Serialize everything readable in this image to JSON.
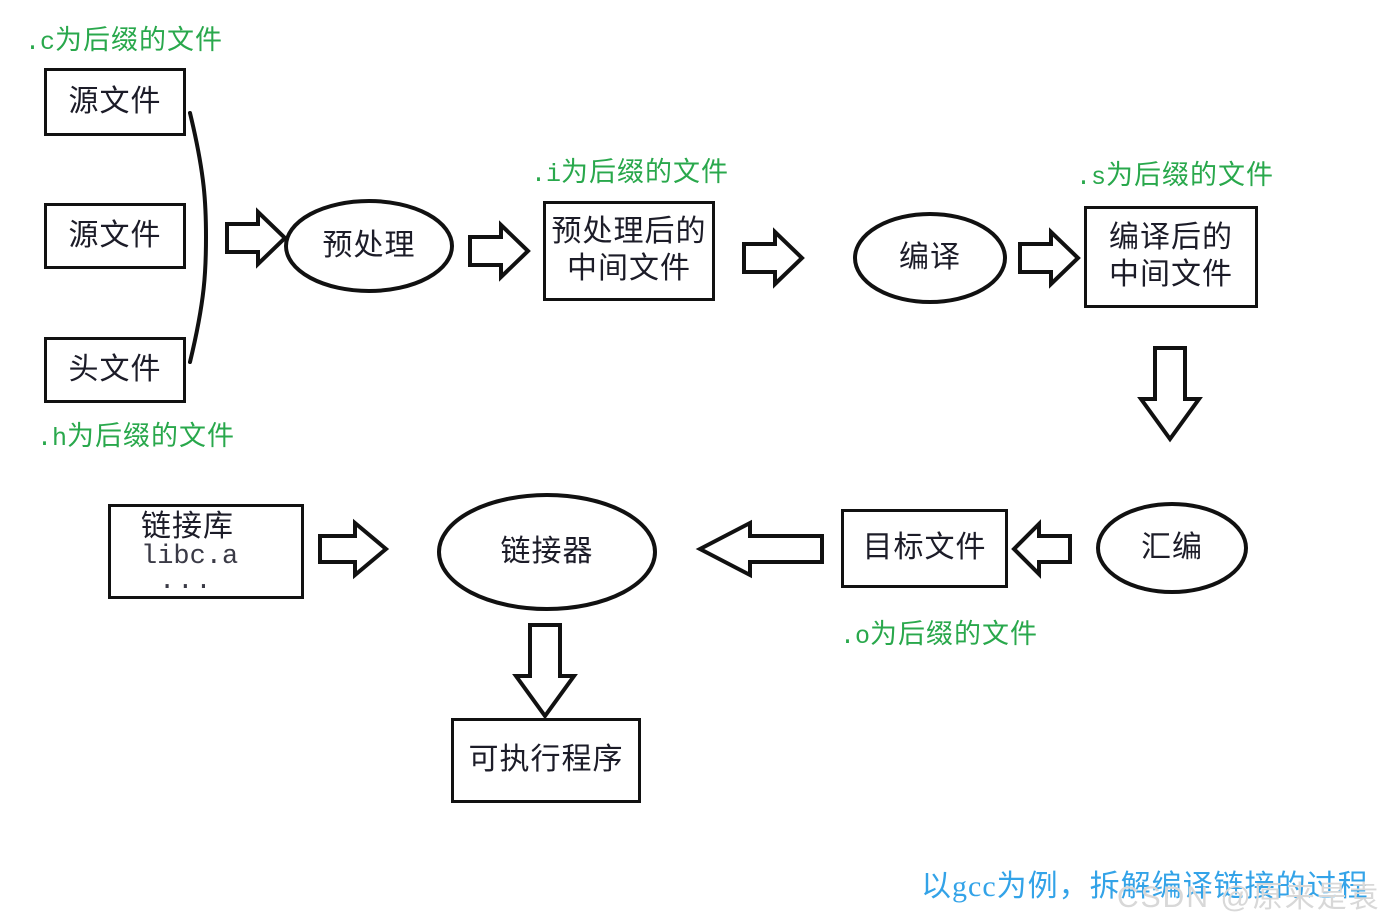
{
  "diagram": {
    "title_caption": "以gcc为例，拆解编译链接的过程",
    "watermark": "CSDN @原来是袁",
    "colors": {
      "green_label": "#29a84c",
      "blue_caption": "#33a3e8",
      "node_stroke": "#111111",
      "text": "#1c1c28",
      "watermark": "#d8d8d8",
      "background": "#ffffff"
    },
    "nodes": [
      {
        "id": "src1",
        "shape": "box",
        "label": "源文件"
      },
      {
        "id": "src2",
        "shape": "box",
        "label": "源文件"
      },
      {
        "id": "header",
        "shape": "box",
        "label": "头文件"
      },
      {
        "id": "preprocess",
        "shape": "ellipse",
        "label": "预处理"
      },
      {
        "id": "ifile",
        "shape": "box",
        "label_line1": "预处理后的",
        "label_line2": "中间文件"
      },
      {
        "id": "compile",
        "shape": "ellipse",
        "label": "编译"
      },
      {
        "id": "sfile",
        "shape": "box",
        "label_line1": "编译后的",
        "label_line2": "中间文件"
      },
      {
        "id": "assemble",
        "shape": "ellipse",
        "label": "汇编"
      },
      {
        "id": "objfile",
        "shape": "box",
        "label": "目标文件"
      },
      {
        "id": "linker",
        "shape": "ellipse",
        "label": "链接器"
      },
      {
        "id": "libs",
        "shape": "box",
        "label_line1": "链接库",
        "label_line2": "libc.a",
        "label_line3": "..."
      },
      {
        "id": "exe",
        "shape": "box",
        "label": "可执行程序"
      }
    ],
    "annotations": [
      {
        "id": "ann-c",
        "prefix": ".c",
        "suffix": "为后缀的文件",
        "full": ".c为后缀的文件",
        "target": "src1"
      },
      {
        "id": "ann-h",
        "prefix": ".h",
        "suffix": "为后缀的文件",
        "full": ".h为后缀的文件",
        "target": "header"
      },
      {
        "id": "ann-i",
        "prefix": ".i",
        "suffix": "为后缀的文件",
        "full": ".i为后缀的文件",
        "target": "ifile"
      },
      {
        "id": "ann-s",
        "prefix": ".s",
        "suffix": "为后缀的文件",
        "full": ".s为后缀的文件",
        "target": "sfile"
      },
      {
        "id": "ann-o",
        "prefix": ".o",
        "suffix": "为后缀的文件",
        "full": ".o为后缀的文件",
        "target": "objfile"
      }
    ],
    "edges": [
      {
        "from": "sources-group",
        "to": "preprocess",
        "direction": "right"
      },
      {
        "from": "preprocess",
        "to": "ifile",
        "direction": "right"
      },
      {
        "from": "ifile",
        "to": "compile",
        "direction": "right"
      },
      {
        "from": "compile",
        "to": "sfile",
        "direction": "right"
      },
      {
        "from": "sfile",
        "to": "assemble",
        "direction": "down"
      },
      {
        "from": "assemble",
        "to": "objfile",
        "direction": "left"
      },
      {
        "from": "objfile",
        "to": "linker",
        "direction": "left"
      },
      {
        "from": "libs",
        "to": "linker",
        "direction": "right"
      },
      {
        "from": "linker",
        "to": "exe",
        "direction": "down"
      }
    ]
  }
}
